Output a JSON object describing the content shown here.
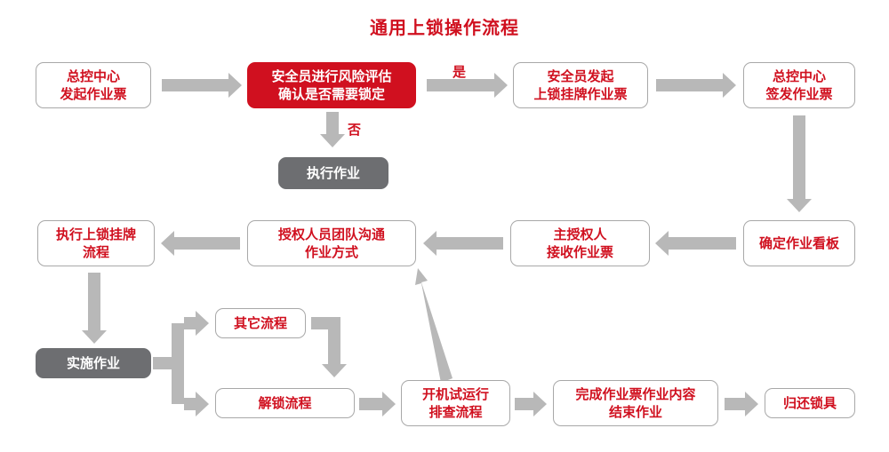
{
  "title": "通用上锁操作流程",
  "nodes": {
    "n1": "总控中心\n发起作业票",
    "n2": "安全员进行风险评估\n确认是否需要锁定",
    "n3": "安全员发起\n上锁挂牌作业票",
    "n4": "总控中心\n签发作业票",
    "n5": "执行作业",
    "n6": "确定作业看板",
    "n7": "主授权人\n接收作业票",
    "n8": "授权人员团队沟通\n作业方式",
    "n9": "执行上锁挂牌\n流程",
    "n10": "实施作业",
    "n11": "其它流程",
    "n12": "解锁流程",
    "n13": "开机试运行\n排查流程",
    "n14": "完成作业票作业内容\n结束作业",
    "n15": "归还锁具"
  },
  "labels": {
    "yes": "是",
    "no": "否"
  },
  "colors": {
    "accent": "#d0101f",
    "dark": "#6d6e71",
    "arrow": "#b8b8b8",
    "border": "#a8a8a8"
  }
}
